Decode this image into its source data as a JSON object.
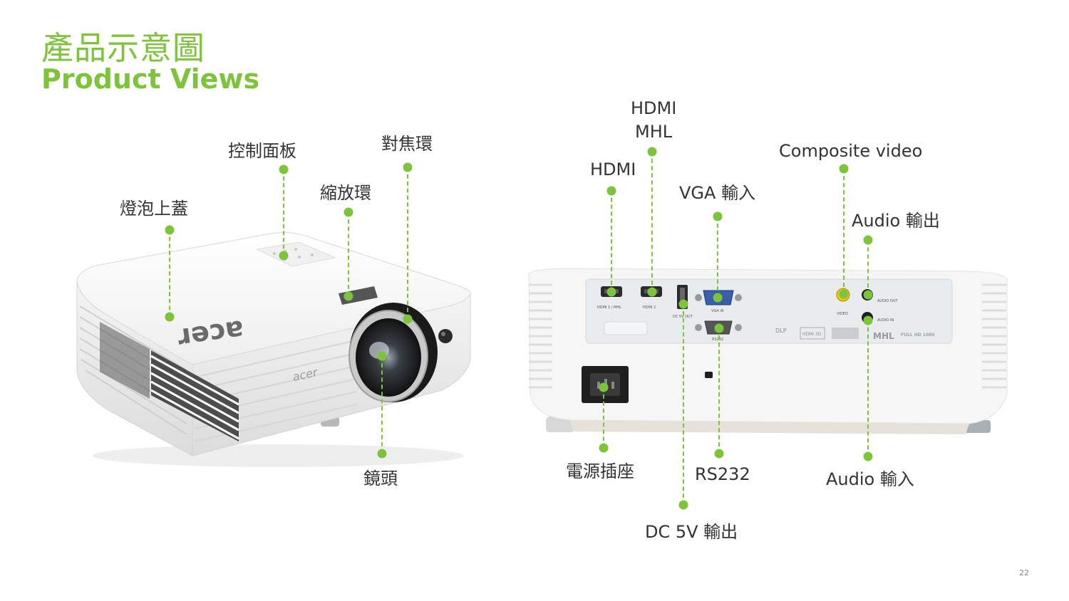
{
  "title": {
    "zh": "產品示意圖",
    "en": "Product Views"
  },
  "front_view": {
    "brand_logo": "acer",
    "callouts": [
      {
        "id": "lamp-cover",
        "label": "燈泡上蓋"
      },
      {
        "id": "control-panel",
        "label": "控制面板"
      },
      {
        "id": "zoom-ring",
        "label": "縮放環"
      },
      {
        "id": "focus-ring",
        "label": "對焦環"
      },
      {
        "id": "lens",
        "label": "鏡頭"
      }
    ]
  },
  "rear_view": {
    "port_text": {
      "hdmi1": "HDMI 1 / MHL",
      "hdmi2": "HDMI 2",
      "dc": "DC 5V OUT",
      "vga": "VGA IN",
      "rs232": "RS232",
      "video": "VIDEO",
      "audio_out": "AUDIO OUT",
      "audio_in": "AUDIO IN",
      "logo_dlp": "DLP",
      "logo_3d": "HDMI 3D",
      "logo_mhl": "MHL",
      "logo_fullhd": "FULL HD 1080"
    },
    "callouts": [
      {
        "id": "hdmi",
        "label": "HDMI"
      },
      {
        "id": "hdmi-mhl",
        "label_line1": "HDMI",
        "label_line2": "MHL"
      },
      {
        "id": "vga-in",
        "label": "VGA 輸入"
      },
      {
        "id": "composite-video",
        "label": "Composite video"
      },
      {
        "id": "audio-out",
        "label": "Audio 輸出"
      },
      {
        "id": "power-socket",
        "label": "電源插座"
      },
      {
        "id": "rs232",
        "label": "RS232"
      },
      {
        "id": "audio-in",
        "label": "Audio 輸入"
      },
      {
        "id": "dc-5v-out",
        "label": "DC 5V 輸出"
      }
    ]
  },
  "page_number": "22",
  "colors": {
    "accent": "#7dc33b",
    "text": "#333333",
    "body": "#f7f7f7",
    "panel": "#e9ecef"
  }
}
